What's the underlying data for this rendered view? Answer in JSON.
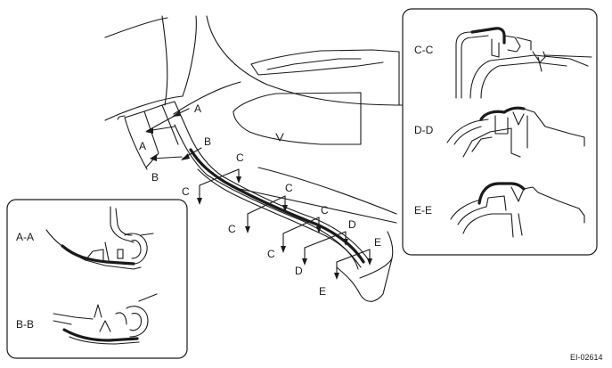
{
  "figure_id": "EI-02614",
  "section_labels": {
    "cc": "C-C",
    "dd": "D-D",
    "ee": "E-E",
    "aa": "A-A",
    "bb": "B-B"
  },
  "callout_letters": {
    "a1": "A",
    "a2": "A",
    "b1": "B",
    "b2": "B",
    "c1": "C",
    "c2": "C",
    "c3": "C",
    "c4": "C",
    "c5": "C",
    "c6": "C",
    "d1": "D",
    "d2": "D",
    "e1": "E",
    "e2": "E"
  }
}
